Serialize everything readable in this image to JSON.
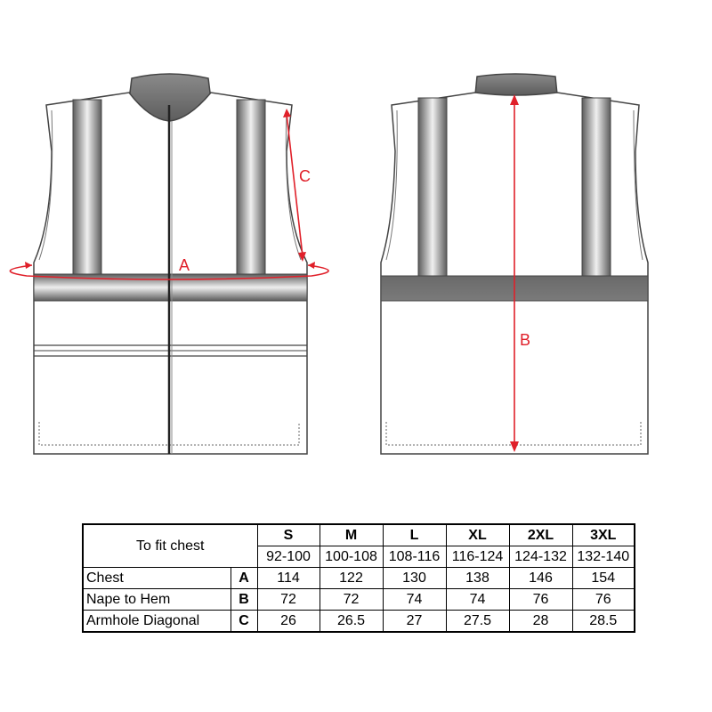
{
  "labels": {
    "a": "A",
    "b": "B",
    "c": "C"
  },
  "colors": {
    "measure": "#e0202a",
    "tape": "#6e6e6e",
    "collar": "#6f6f6f",
    "outline": "#555555"
  },
  "table": {
    "corner": "To fit chest",
    "sizes": [
      "S",
      "M",
      "L",
      "XL",
      "2XL",
      "3XL"
    ],
    "chest_ranges": [
      "92-100",
      "100-108",
      "108-116",
      "116-124",
      "124-132",
      "132-140"
    ],
    "rows": [
      {
        "name": "Chest",
        "key": "A",
        "values": [
          "114",
          "122",
          "130",
          "138",
          "146",
          "154"
        ]
      },
      {
        "name": "Nape to Hem",
        "key": "B",
        "values": [
          "72",
          "72",
          "74",
          "74",
          "76",
          "76"
        ]
      },
      {
        "name": "Armhole Diagonal",
        "key": "C",
        "values": [
          "26",
          "26.5",
          "27",
          "27.5",
          "28",
          "28.5"
        ]
      }
    ]
  }
}
